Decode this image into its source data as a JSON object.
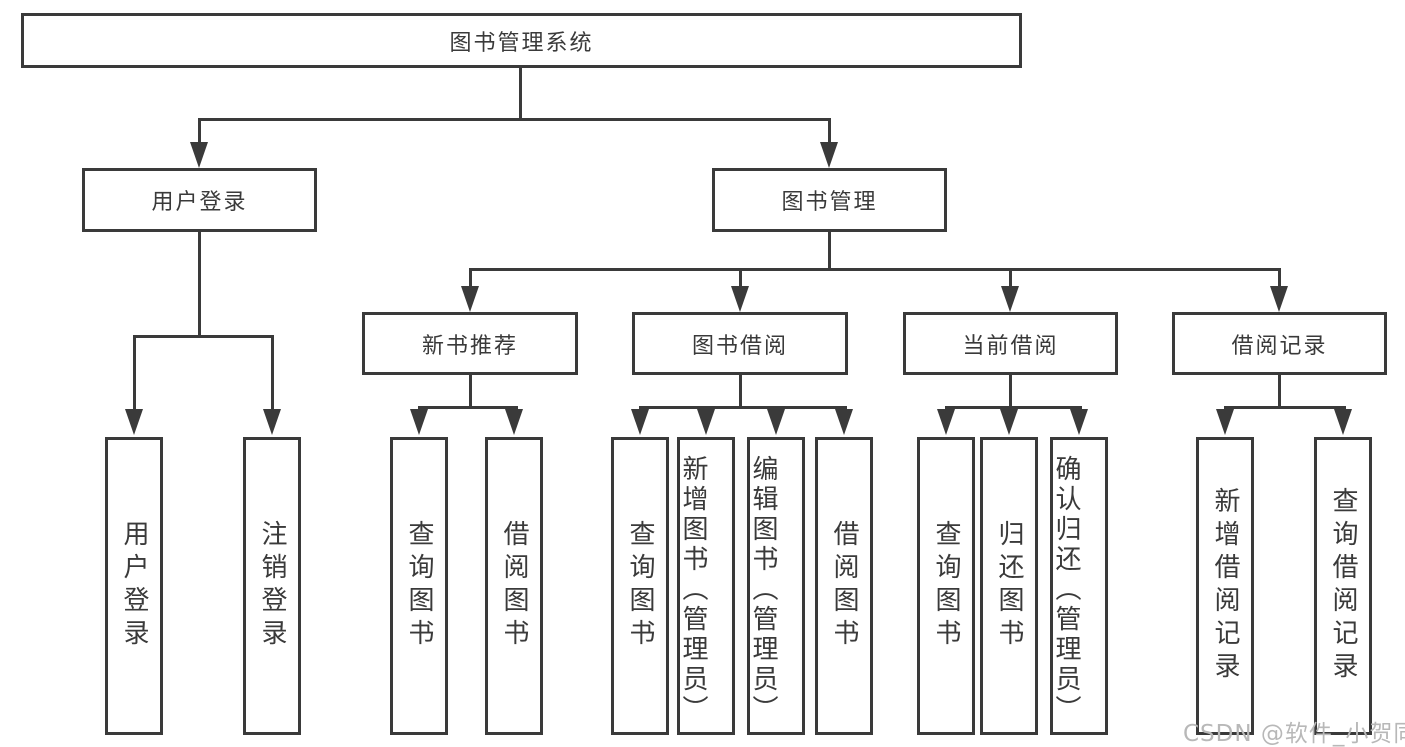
{
  "diagram": {
    "root": {
      "label": "图书管理系统"
    },
    "level2": {
      "user_login": {
        "label": "用户登录"
      },
      "book_management": {
        "label": "图书管理"
      }
    },
    "level3": {
      "new_book_recommend": {
        "label": "新书推荐"
      },
      "book_borrowing": {
        "label": "图书借阅"
      },
      "current_borrowing": {
        "label": "当前借阅"
      },
      "borrowing_records": {
        "label": "借阅记录"
      }
    },
    "leaves": {
      "user_login_children": [
        "用户登录",
        "注销登录"
      ],
      "new_book_recommend_children": [
        "查询图书",
        "借阅图书"
      ],
      "book_borrowing_children": [
        "查询图书",
        "新增图书（管理员）",
        "编辑图书（管理员）",
        "借阅图书"
      ],
      "current_borrowing_children": [
        "查询图书",
        "归还图书",
        "确认归还（管理员）"
      ],
      "borrowing_records_children": [
        "新增借阅记录",
        "查询借阅记录"
      ]
    },
    "watermark": "CSDN @软件_小贺同学",
    "colors": {
      "line": "#3a3a3a",
      "text": "#3a3a3a",
      "watermark": "#b8b8b8",
      "background": "#ffffff"
    }
  }
}
